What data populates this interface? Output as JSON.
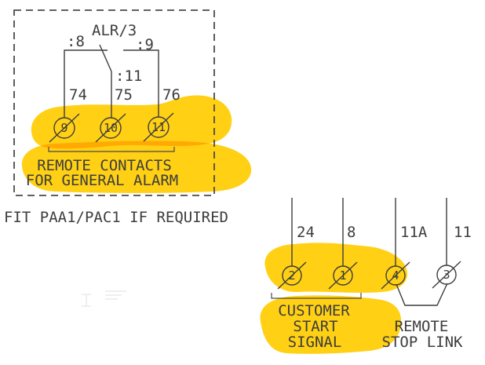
{
  "alarm": {
    "relay_label": "ALR/3",
    "contact_left": ":8",
    "contact_right": ":9",
    "contact_mid": ":11",
    "wire_labels": [
      "74",
      "75",
      "76"
    ],
    "terminals": [
      "9",
      "10",
      "11"
    ],
    "caption_line1": "REMOTE CONTACTS",
    "caption_line2": "FOR GENERAL ALARM",
    "note": "FIT PAA1/PAC1 IF REQUIRED"
  },
  "start": {
    "wire_labels": [
      "24",
      "8",
      "11A",
      "11"
    ],
    "terminals": [
      "2",
      "1",
      "4",
      "3"
    ],
    "customer_caption_line1": "CUSTOMER",
    "customer_caption_line2": "START",
    "customer_caption_line3": "SIGNAL",
    "remote_caption_line1": "REMOTE",
    "remote_caption_line2": "STOP LINK"
  },
  "colors": {
    "highlight": "#ffd014",
    "highlight_overlap": "#f2a70a",
    "line": "#3d3d3d",
    "background": "#ffffff"
  }
}
